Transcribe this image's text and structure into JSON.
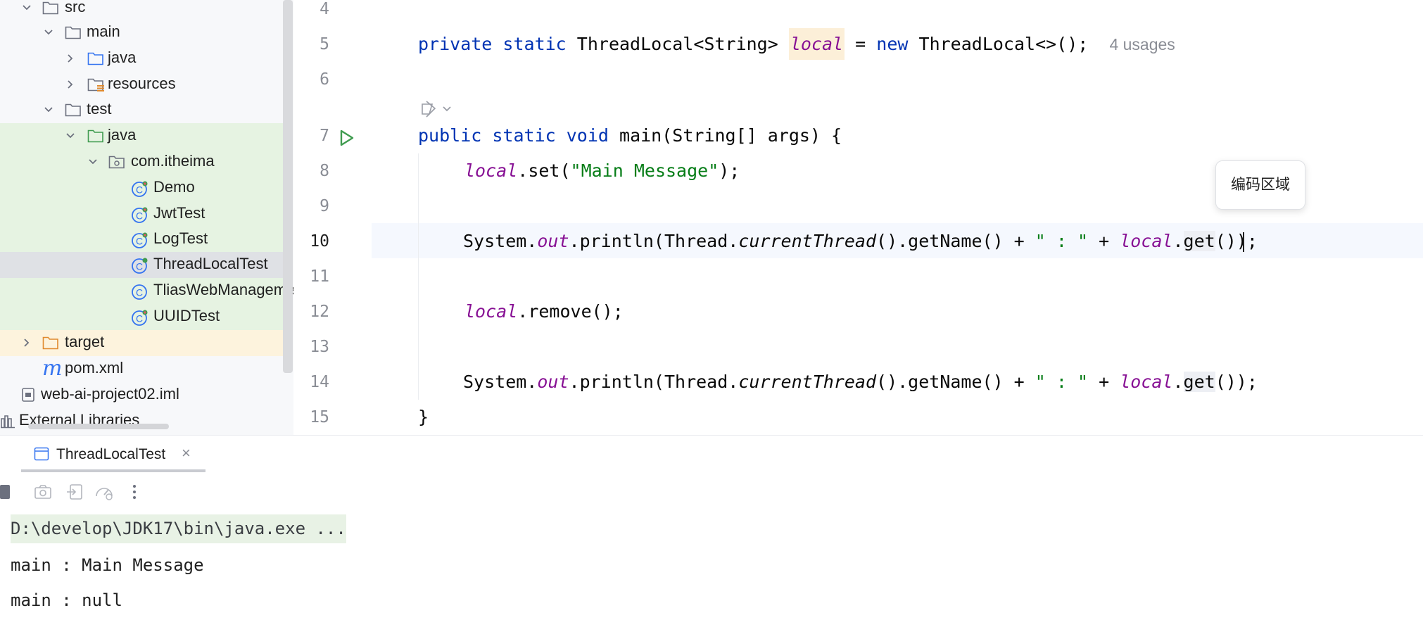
{
  "project_tree": {
    "items": [
      {
        "label": "src"
      },
      {
        "label": "main"
      },
      {
        "label": "java"
      },
      {
        "label": "resources"
      },
      {
        "label": "test"
      },
      {
        "label": "java"
      },
      {
        "label": "com.itheima"
      },
      {
        "label": "Demo"
      },
      {
        "label": "JwtTest"
      },
      {
        "label": "LogTest"
      },
      {
        "label": "ThreadLocalTest"
      },
      {
        "label": "TliasWebManageme"
      },
      {
        "label": "UUIDTest"
      },
      {
        "label": "target"
      },
      {
        "label": "pom.xml"
      },
      {
        "label": "web-ai-project02.iml"
      },
      {
        "label": "External Libraries"
      }
    ]
  },
  "editor": {
    "line_numbers": [
      "4",
      "5",
      "6",
      "7",
      "8",
      "9",
      "10",
      "11",
      "12",
      "13",
      "14",
      "15"
    ],
    "current_line": "10",
    "line5": {
      "kw1": "private",
      "kw2": "static",
      "type": "ThreadLocal<String>",
      "field": "local",
      "eq": "=",
      "kw3": "new",
      "ctor": "ThreadLocal<>();",
      "usages": "4 usages"
    },
    "line7": {
      "kw1": "public",
      "kw2": "static",
      "kw3": "void",
      "rest": "main(String[] args) {"
    },
    "line8": {
      "field": "local",
      "call": ".set(",
      "str": "\"Main Message\"",
      "end": ");"
    },
    "line10": {
      "p1": "System.",
      "out": "out",
      "p2": ".println(Thread.",
      "ct": "currentThread",
      "p3": "().getName() + ",
      "str": "\" : \"",
      "p4": " + ",
      "field": "local",
      "p5": ".",
      "get": "get",
      "p6": "());"
    },
    "line12": {
      "field": "local",
      "call": ".remove();"
    },
    "line14": {
      "p1": "System.",
      "out": "out",
      "p2": ".println(Thread.",
      "ct": "currentThread",
      "p3": "().getName() + ",
      "str": "\" : \"",
      "p4": " + ",
      "field": "local",
      "p5": ".",
      "get": "get",
      "p6": "());"
    },
    "line15": "}",
    "tooltip": "编码区域"
  },
  "run_panel": {
    "tab_label": "ThreadLocalTest",
    "close": "×",
    "output": [
      "D:\\develop\\JDK17\\bin\\java.exe ...",
      "main : Main Message",
      "main : null"
    ]
  },
  "colors": {
    "keyword": "#0033b3",
    "field": "#871094",
    "string": "#067d17",
    "test_scope_bg": "#e6f3e2",
    "excluded_bg": "#fdf3dd",
    "selected_bg": "#dfe1e5",
    "icon_blue": "#3574f0"
  }
}
